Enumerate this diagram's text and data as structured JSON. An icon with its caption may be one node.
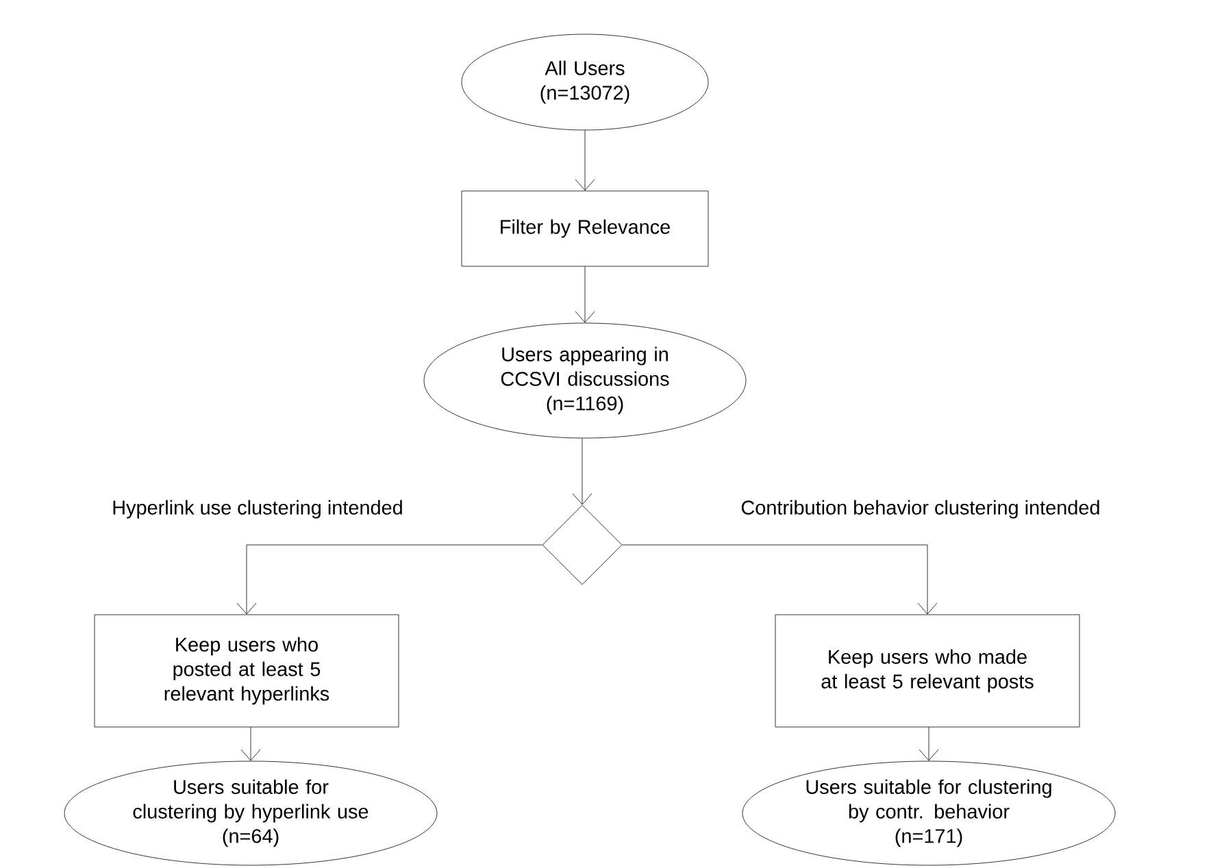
{
  "diagram": {
    "nodes": [
      {
        "text": [
          "All Users",
          "(n=13072)"
        ]
      },
      {
        "text": [
          "Filter by Relevance"
        ]
      },
      {
        "text": [
          "Users appearing in CCSVI discussions",
          "(n=1169)"
        ]
      },
      {
        "text": [],
        "shape": "diamond"
      },
      {
        "text": [
          "Keep users who posted at least 5 relevant hyperlinks"
        ]
      },
      {
        "text": [
          "Keep users who made at least 5 relevant posts"
        ]
      },
      {
        "text": [
          "Users suitable for clustering by hyperlink use",
          "(n=64)"
        ]
      },
      {
        "text": [
          "Users suitable for clustering by contr. behavior",
          "(n=171)"
        ]
      }
    ],
    "edges": [
      {
        "from": 0,
        "to": 1,
        "arrow": "to"
      },
      {
        "from": 1,
        "to": 2,
        "arrow": "to"
      },
      {
        "from": 2,
        "to": 3,
        "arrow": "to"
      },
      {
        "from": 3,
        "to": 4,
        "arrow": "to",
        "label": "Hyperlink use clustering intended"
      },
      {
        "from": 3,
        "to": 5,
        "arrow": "to",
        "label": "Contribution behavior clustering intended"
      },
      {
        "from": 4,
        "to": 6,
        "arrow": "to"
      },
      {
        "from": 5,
        "to": 7,
        "arrow": "to"
      }
    ]
  }
}
